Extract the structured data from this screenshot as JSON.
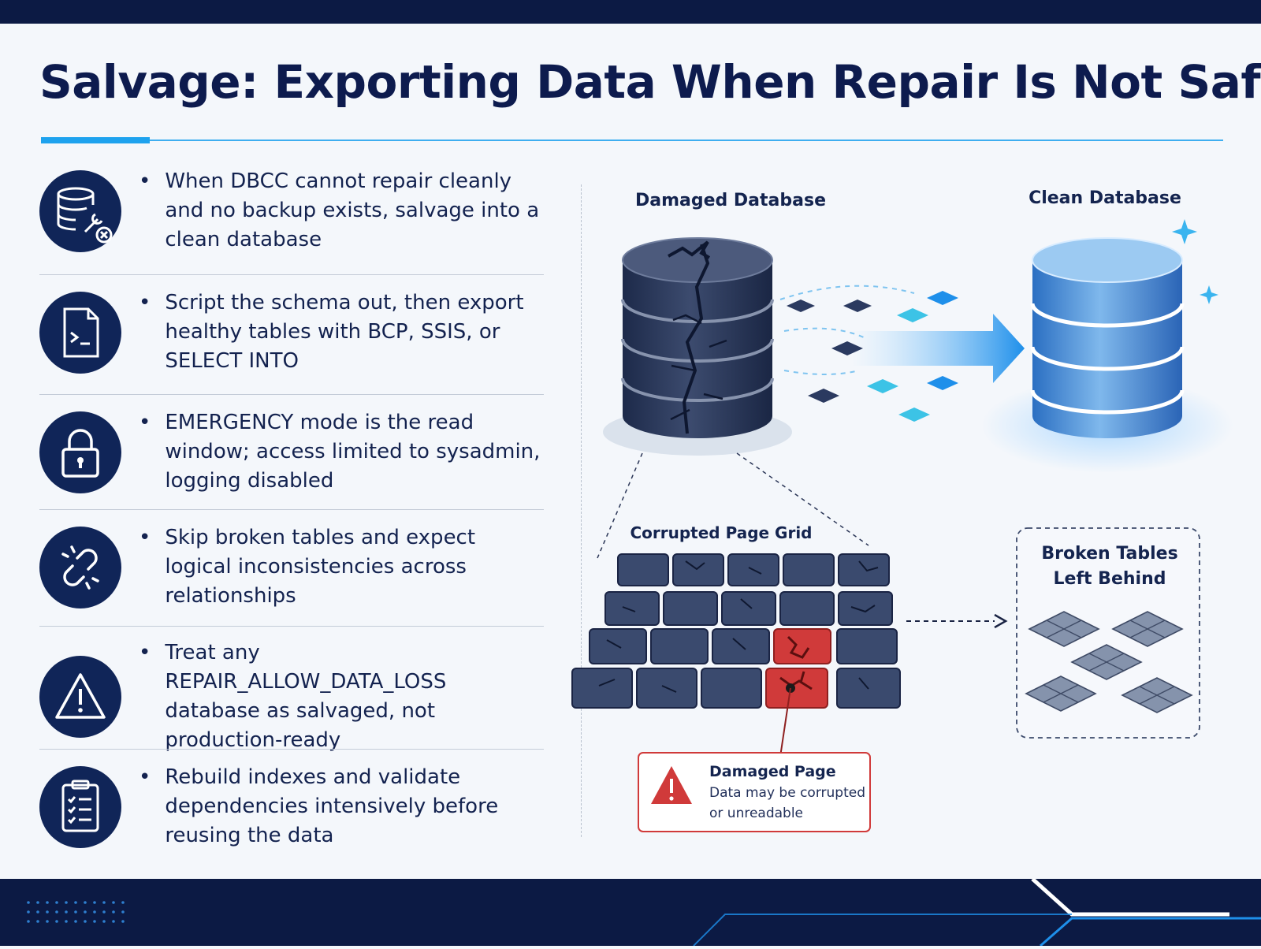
{
  "title": "Salvage: Exporting Data When Repair Is Not Safe",
  "bullets": [
    {
      "icon": "database-repair-icon",
      "text": "When DBCC cannot repair cleanly and no backup exists, salvage into a clean database"
    },
    {
      "icon": "script-file-icon",
      "text": "Script the schema out, then export healthy tables with BCP, SSIS, or SELECT INTO"
    },
    {
      "icon": "lock-icon",
      "text": "EMERGENCY mode is the read window; access limited to sysadmin, logging disabled"
    },
    {
      "icon": "broken-link-icon",
      "text": "Skip broken tables and expect logical inconsistencies across relationships"
    },
    {
      "icon": "warning-icon",
      "text": "Treat any REPAIR_ALLOW_DATA_LOSS database as salvaged, not production-ready"
    },
    {
      "icon": "checklist-icon",
      "text": "Rebuild indexes and validate dependencies intensively before reusing the data"
    }
  ],
  "diagram": {
    "damaged_db_label": "Damaged Database",
    "clean_db_label": "Clean Database",
    "grid_label": "Corrupted Page Grid",
    "broken_tables_label_1": "Broken Tables",
    "broken_tables_label_2": "Left Behind",
    "damaged_page_title": "Damaged Page",
    "damaged_page_desc_1": "Data may be corrupted",
    "damaged_page_desc_2": "or unreadable"
  },
  "colors": {
    "navy": "#0c1a44",
    "accent": "#1ea2ee",
    "damaged": "#d03a3a",
    "clean_db": "#3d82d0"
  }
}
